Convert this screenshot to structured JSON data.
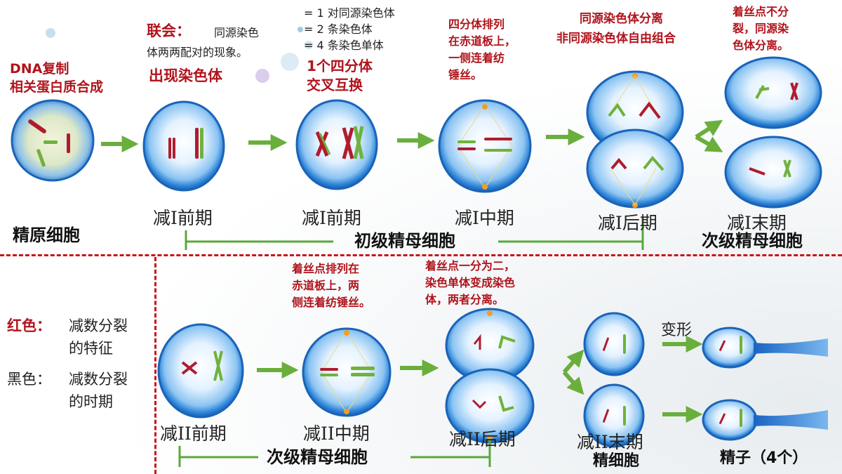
{
  "top": {
    "dna_line1": "DNA复制",
    "dna_line2": "相关蛋白质合成",
    "synapsis_title": "联会：",
    "synapsis_text1": "同源染色",
    "synapsis_text2": "体两两配对的现象。",
    "chromosome_appear": "出现染色体",
    "tetrad_eq1": "= 1  对同源染色体",
    "tetrad_eq2": "= 2  条染色体",
    "tetrad_eq3": "= 4  条染色单体",
    "tetrad_line1": "1个四分体",
    "tetrad_line2": "交叉互换",
    "metaphase1_note": [
      "四分体排列",
      "在赤道板上，",
      "一侧连着纺",
      "锤丝。"
    ],
    "anaphase1_note1": "同源染色体分离",
    "anaphase1_note2": "非同源染色体自由组合",
    "telophase1_note": [
      "着丝点不分",
      "裂，同源染",
      "色体分离。"
    ],
    "phase_labels": [
      "减I前期",
      "减I前期",
      "减I中期",
      "减I后期",
      "减I末期"
    ],
    "cell_spermatogonium": "精原细胞",
    "cell_primary": "初级精母细胞",
    "cell_secondary_top": "次级精母细胞"
  },
  "bottom": {
    "legend_red_label": "红色：",
    "legend_red_text1": "减数分裂",
    "legend_red_text2": "的特征",
    "legend_black_label": "黑色：",
    "legend_black_text1": "减数分裂",
    "legend_black_text2": "的时期",
    "metaphase2_note": [
      "着丝点排列在",
      "赤道板上，两",
      "侧连着纺锤丝。"
    ],
    "anaphase2_note": [
      "着丝点一分为二，",
      "染色单体变成染色",
      "体，两者分离。"
    ],
    "transform_label": "变形",
    "phase_labels": [
      "减II前期",
      "减II中期",
      "减II后期",
      "减II末期"
    ],
    "cell_secondary": "次级精母细胞",
    "cell_spermatid": "精细胞",
    "cell_sperm": "精子（4个）"
  },
  "colors": {
    "red_text": "#b0141c",
    "arrow_green": "#6aae3c",
    "bracket_green": "#5aa83a",
    "divider_red": "#c8161d",
    "cell_blue": "#1f7fd4",
    "chrom_red": "#b01c2e",
    "chrom_green": "#6fb23c"
  }
}
